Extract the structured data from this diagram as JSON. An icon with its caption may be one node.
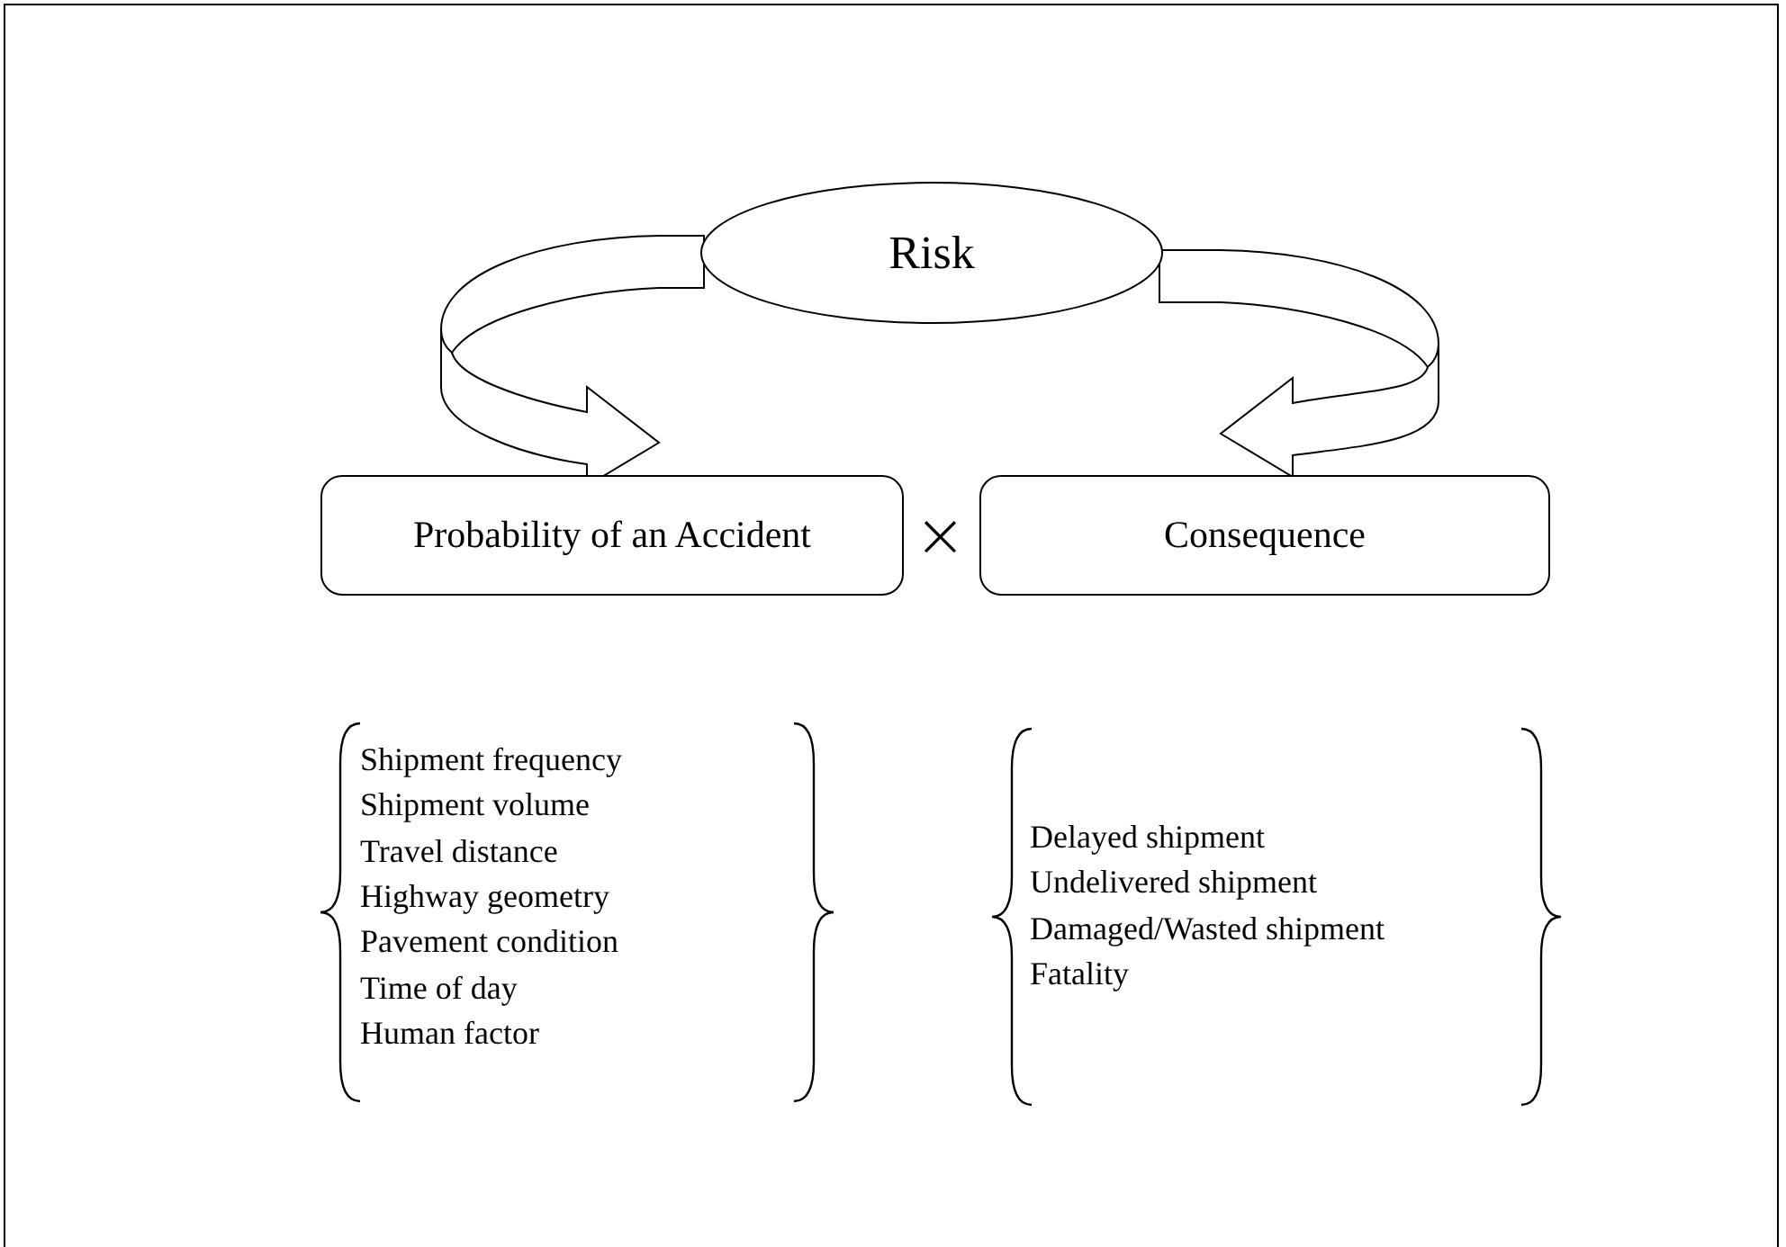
{
  "diagram": {
    "nodes": [
      {
        "text": [
          "Risk"
        ]
      },
      {
        "text": [
          "Probability of an Accident"
        ]
      },
      {
        "text": [
          "Consequence"
        ]
      }
    ],
    "edges": [
      {
        "from": 0,
        "to": 1,
        "arrow": "to"
      },
      {
        "from": 0,
        "to": 2,
        "arrow": "to"
      }
    ],
    "labels": [
      "×",
      "Shipment frequency",
      "Shipment volume",
      "Travel distance",
      "Highway geometry",
      "Pavement condition",
      "Time of day",
      "Human factor",
      "Delayed shipment",
      "Undelivered shipment",
      "Damaged/Wasted shipment",
      "Fatality"
    ]
  }
}
